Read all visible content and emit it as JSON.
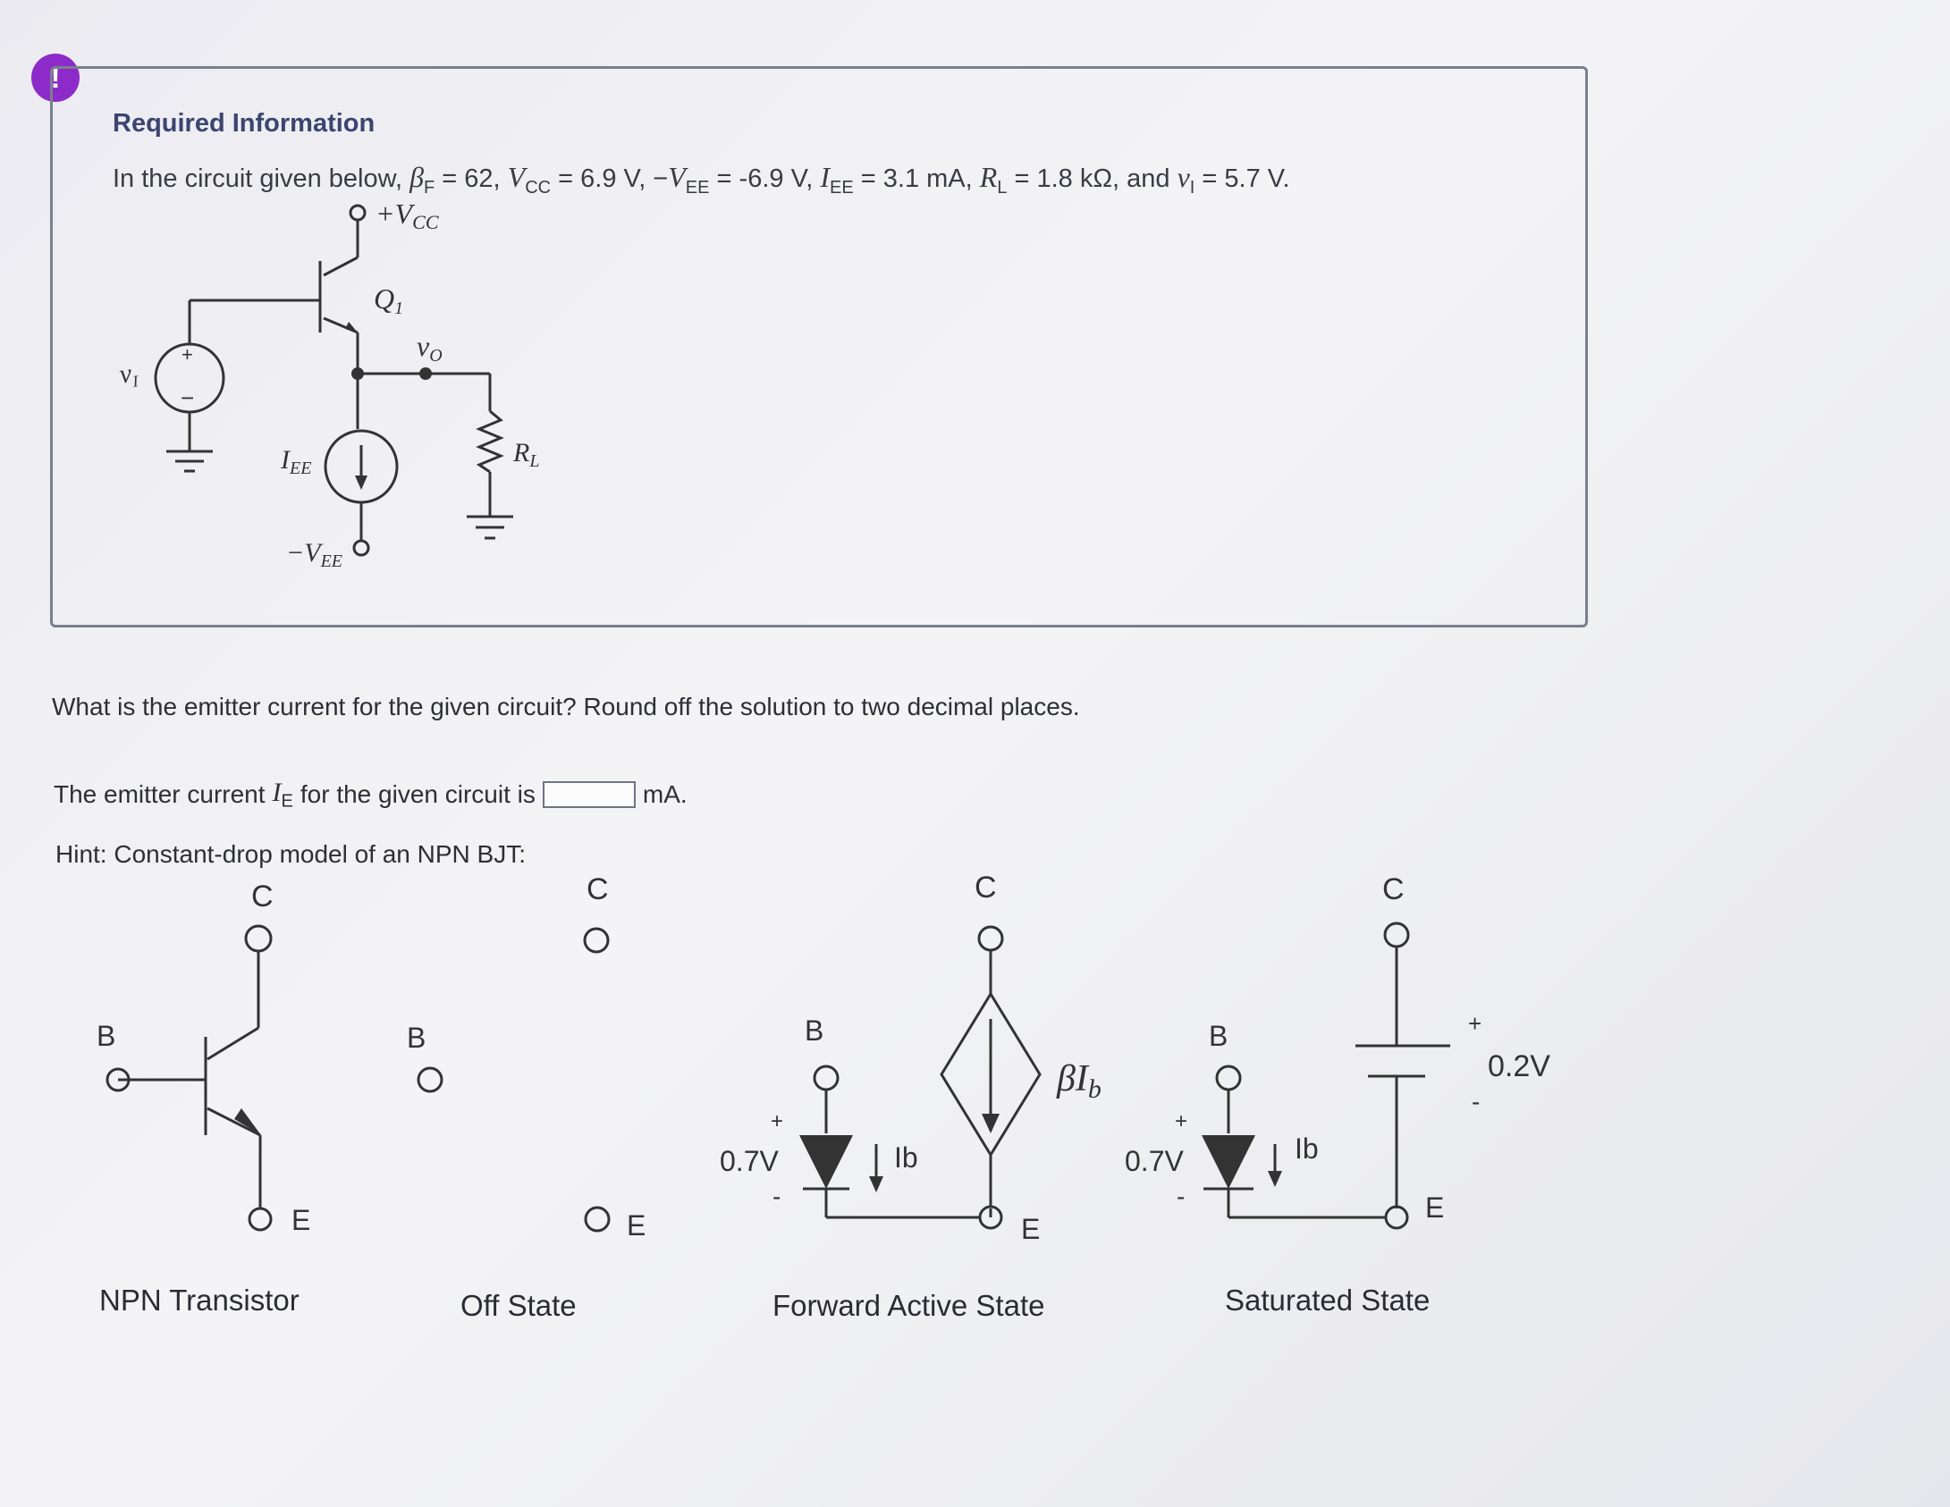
{
  "alert": {
    "icon": "exclamation-icon",
    "color": "#8c2bc9"
  },
  "info": {
    "title": "Required Information",
    "given_prefix": "In the circuit given below, ",
    "beta_sym": "β",
    "beta_sub": "F",
    "beta_val": " = 62, ",
    "vcc_sym": "V",
    "vcc_sub": "CC",
    "vcc_val": " = 6.9 V, −",
    "vee_sym": "V",
    "vee_sub": "EE",
    "vee_val": " = -6.9 V, ",
    "iee_sym": "I",
    "iee_sub": "EE",
    "iee_val": " = 3.1 mA, ",
    "rl_sym": "R",
    "rl_sub": "L",
    "rl_val": " = 1.8 kΩ, and ",
    "vi_sym": "v",
    "vi_sub": "I",
    "vi_val": " = 5.7 V."
  },
  "circuit": {
    "vcc_label": "+V",
    "vcc_sub": "CC",
    "q1_label": "Q",
    "q1_sub": "1",
    "vo_label": "v",
    "vo_sub": "O",
    "vi_label": "v",
    "vi_sub": "I",
    "plus": "+",
    "minus": "−",
    "iee_label": "I",
    "iee_sub": "EE",
    "rl_label": "R",
    "rl_sub": "L",
    "vee_label": "−V",
    "vee_sub": "EE"
  },
  "question": {
    "text": "What is the emitter current for the given circuit? Round off the solution to two decimal places.",
    "answer_prefix": "The emitter current ",
    "answer_sym": "I",
    "answer_sub": "E",
    "answer_mid": " for the given circuit is",
    "answer_value": "",
    "answer_unit": "mA."
  },
  "hint": {
    "text": "Hint: Constant-drop model of an NPN BJT:",
    "terminal_c": "C",
    "terminal_b": "B",
    "terminal_e": "E",
    "npn_label": "NPN Transistor",
    "off_label": "Off State",
    "active_label": "Forward Active State",
    "saturated_label": "Saturated State",
    "vbe": "0.7V",
    "ib": "Ib",
    "beta_ib": "βI",
    "beta_ib_sub": "b",
    "vce_sat": "0.2V",
    "plus": "+",
    "minus": "-"
  }
}
